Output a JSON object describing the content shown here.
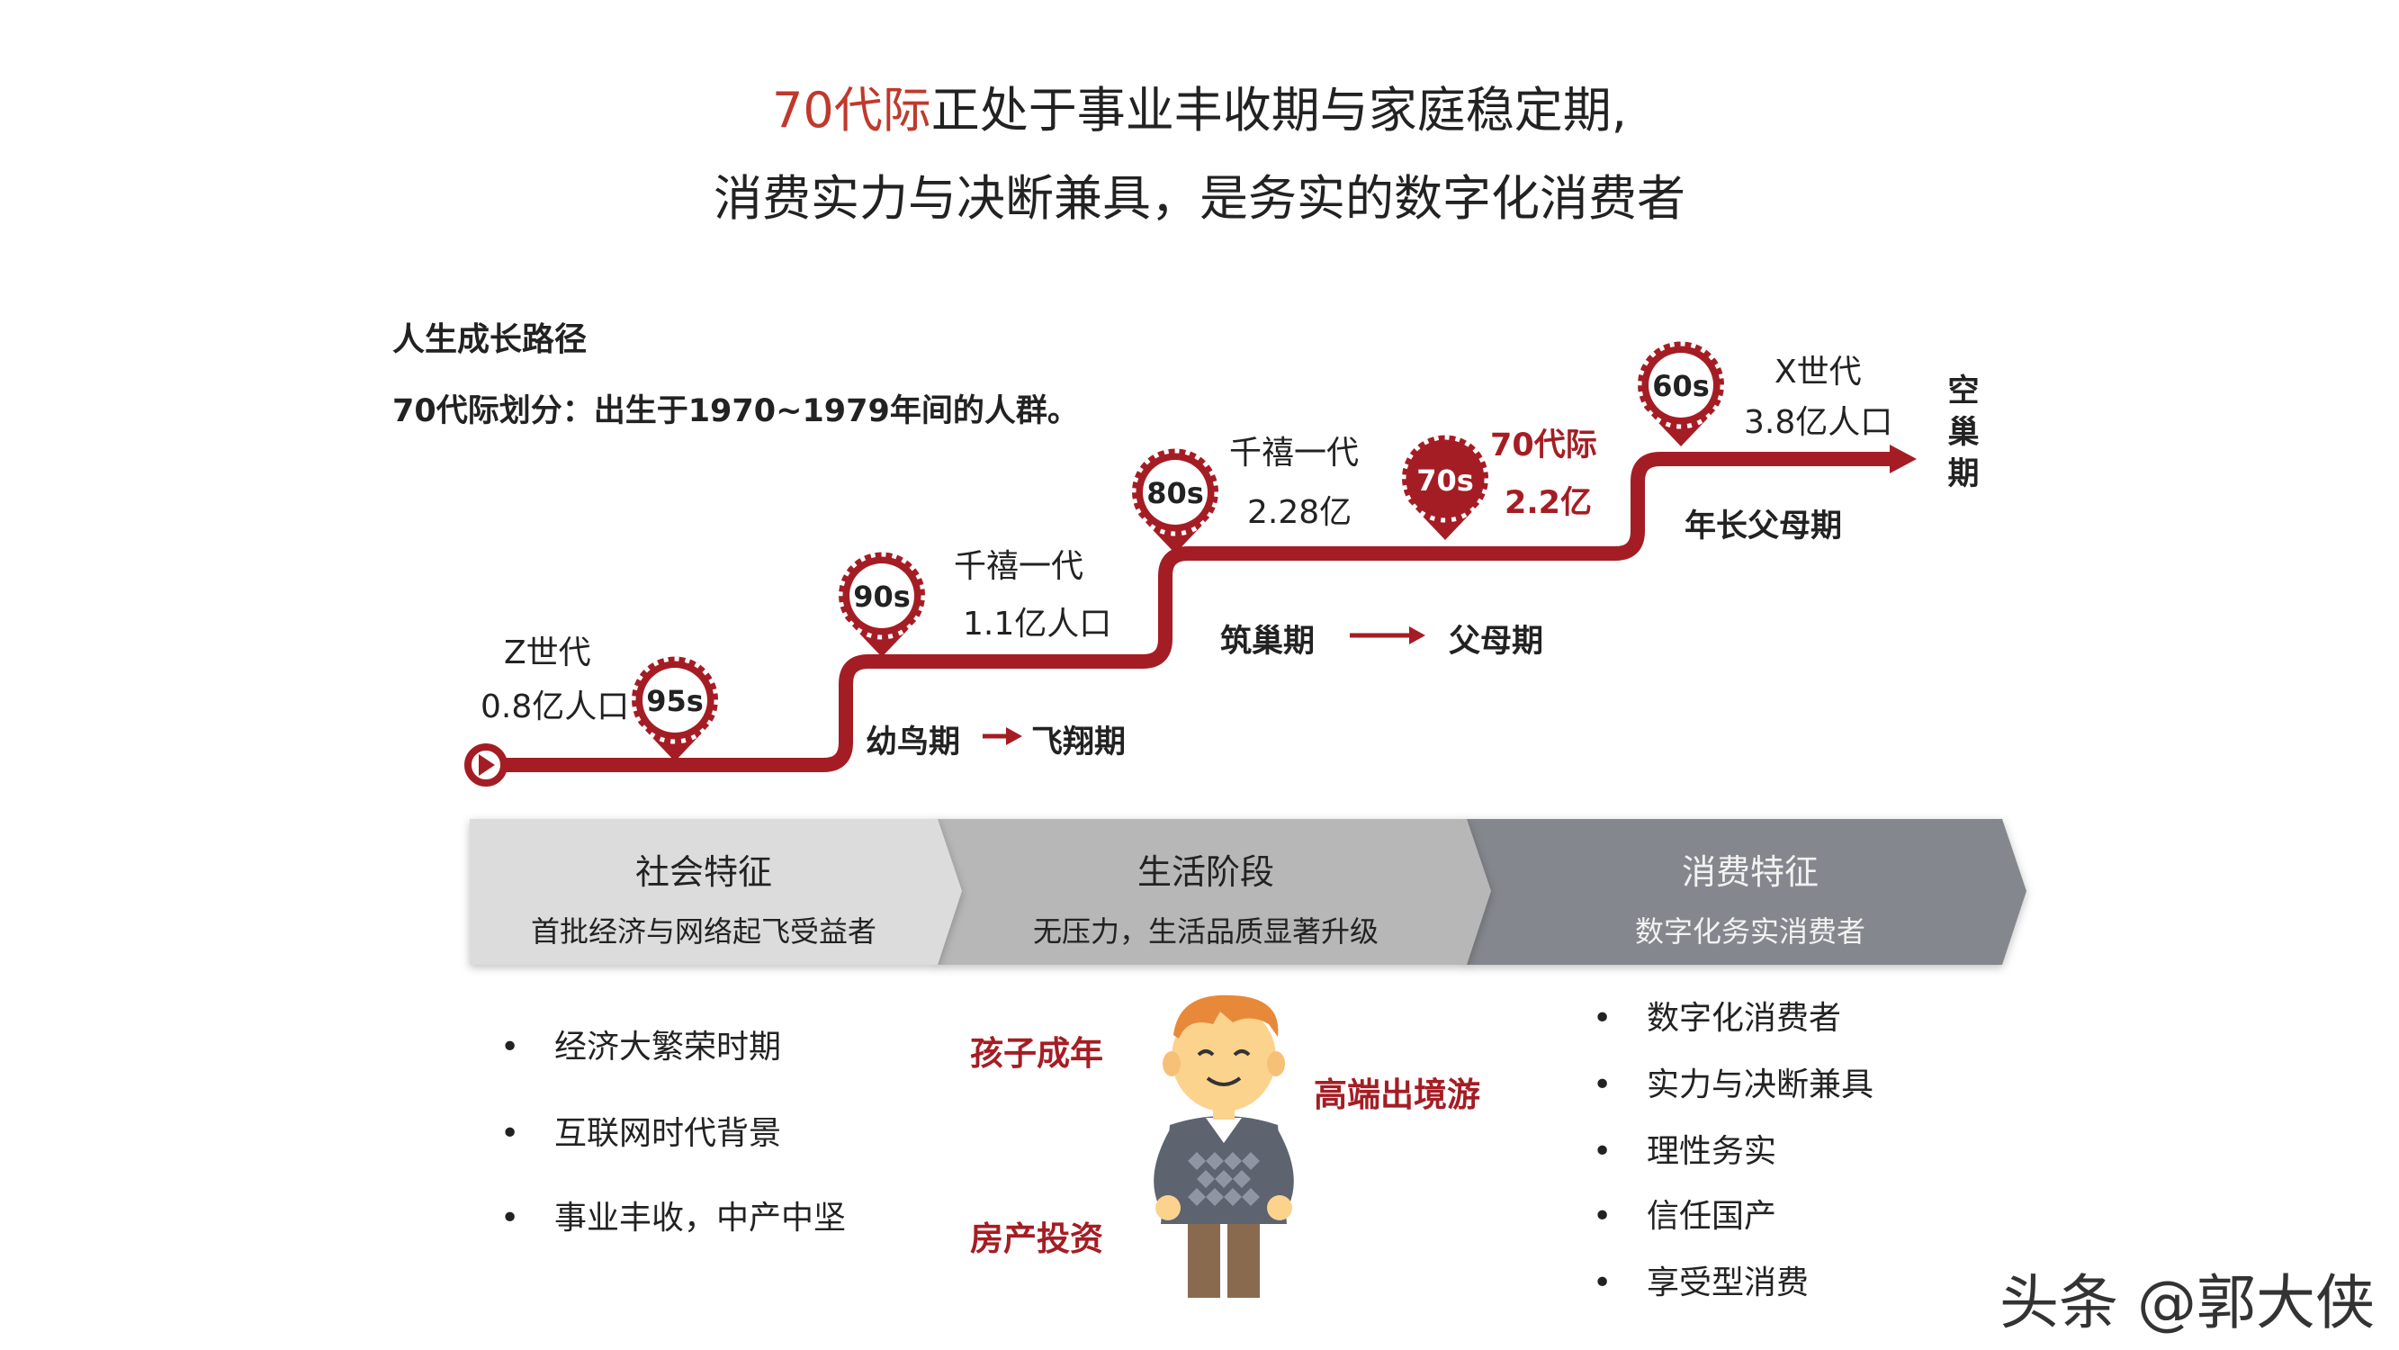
{
  "title": {
    "line1_highlight": "70代际",
    "line1_rest": "正处于事业丰收期与家庭稳定期,",
    "line2": "消费实力与决断兼具，是务实的数字化消费者"
  },
  "intro": {
    "heading": "人生成长路径",
    "definition": "70代际划分：出生于1970~1979年间的人群。"
  },
  "path": {
    "colors": {
      "path": "#a51d24",
      "marker_fill": "#a51d24"
    },
    "markers": {
      "m95": "95s",
      "m90": "90s",
      "m80": "80s",
      "m70": "70s",
      "m60": "60s"
    },
    "labels": {
      "z_gen": "Z世代",
      "z_pop": "0.8亿人口",
      "mil1_name": "千禧一代",
      "mil1_pop": "1.1亿人口",
      "mil2_name": "千禧一代",
      "mil2_pop": "2.28亿",
      "g70_name": "70代际",
      "g70_pop": "2.2亿",
      "x_name": "X世代",
      "x_pop": "3.8亿人口",
      "stage_fledgling": "幼鸟期",
      "stage_soaring": "飞翔期",
      "stage_nesting": "筑巢期",
      "stage_parents": "父母期",
      "stage_elder_parents": "年长父母期",
      "stage_empty_nest": "空巢期"
    }
  },
  "chevrons": [
    {
      "title": "社会特征",
      "subtitle": "首批经济与网络起飞受益者",
      "color": "#dcdcdc"
    },
    {
      "title": "生活阶段",
      "subtitle": "无压力，生活品质显著升级",
      "color": "#b7b7b7"
    },
    {
      "title": "消费特征",
      "subtitle": "数字化务实消费者",
      "color": "#84878d"
    }
  ],
  "left_bullets": [
    "经济大繁荣时期",
    "互联网时代背景",
    "事业丰收，中产中坚"
  ],
  "middle": {
    "kids_adult": "孩子成年",
    "property": "房产投资",
    "travel": "高端出境游"
  },
  "right_bullets": [
    "数字化消费者",
    "实力与决断兼具",
    "理性务实",
    "信任国产",
    "享受型消费"
  ],
  "watermark": "头条 @郭大侠"
}
